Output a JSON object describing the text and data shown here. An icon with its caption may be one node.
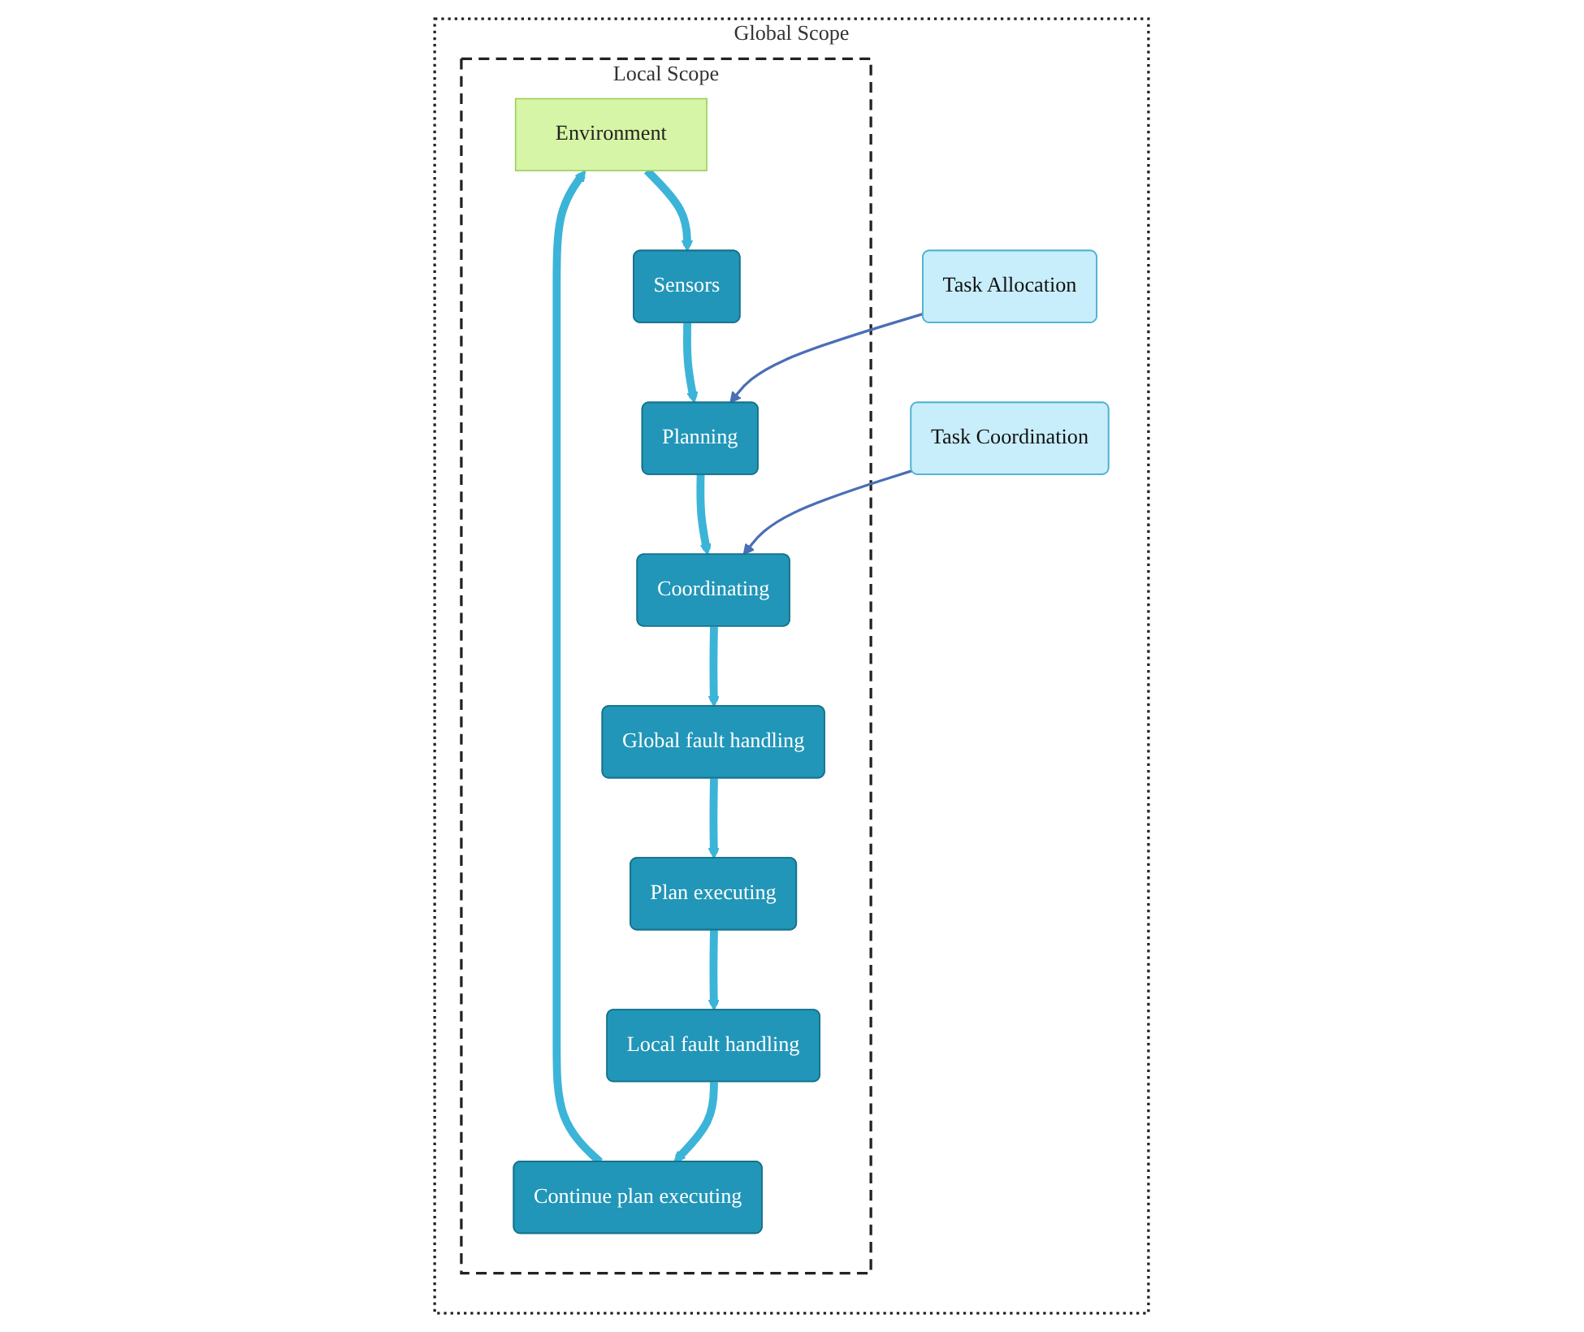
{
  "diagram": {
    "nodes": [
      {
        "text": [
          "Global Scope"
        ]
      },
      {
        "text": [
          "Local Scope"
        ],
        "in": 0
      },
      {
        "text": [
          "Environment"
        ],
        "in": 1
      },
      {
        "text": [
          "Sensors"
        ],
        "in": 1
      },
      {
        "text": [
          "Planning"
        ],
        "in": 1
      },
      {
        "text": [
          "Coordinating"
        ],
        "in": 1
      },
      {
        "text": [
          "Global fault handling"
        ],
        "in": 1
      },
      {
        "text": [
          "Plan executing"
        ],
        "in": 1
      },
      {
        "text": [
          "Local fault handling"
        ],
        "in": 1
      },
      {
        "text": [
          "Continue plan executing"
        ],
        "in": 1
      },
      {
        "text": [
          "Task Allocation"
        ],
        "in": 0
      },
      {
        "text": [
          "Task Coordination"
        ],
        "in": 0
      }
    ],
    "edges": [
      {
        "from": 2,
        "to": 3,
        "arrow": "to"
      },
      {
        "from": 3,
        "to": 4,
        "arrow": "to"
      },
      {
        "from": 4,
        "to": 5,
        "arrow": "to"
      },
      {
        "from": 5,
        "to": 6,
        "arrow": "to"
      },
      {
        "from": 6,
        "to": 7,
        "arrow": "to"
      },
      {
        "from": 7,
        "to": 8,
        "arrow": "to"
      },
      {
        "from": 8,
        "to": 9,
        "arrow": "to"
      },
      {
        "from": 9,
        "to": 2,
        "arrow": "to"
      },
      {
        "from": 10,
        "to": 4,
        "arrow": "to",
        "color": "#4a6fb5"
      },
      {
        "from": 11,
        "to": 5,
        "arrow": "to",
        "color": "#4a6fb5"
      }
    ]
  }
}
